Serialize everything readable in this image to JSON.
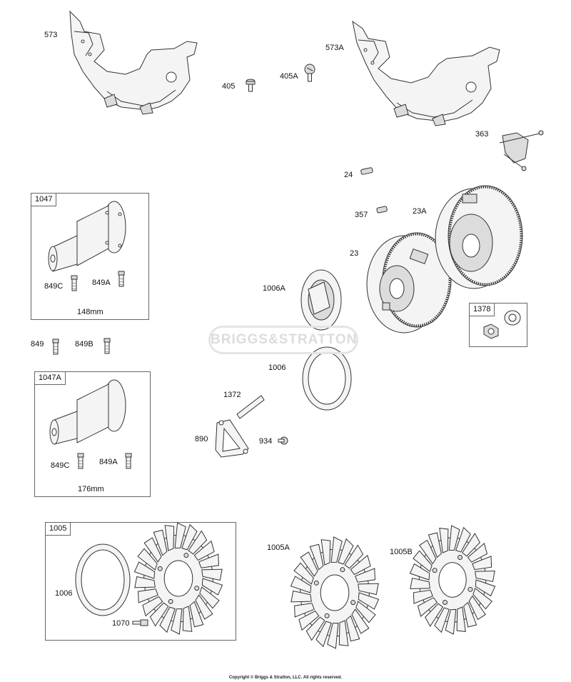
{
  "watermark": "BRIGGS&STRATTON",
  "copyright": "Copyright © Briggs & Stratton, LLC. All rights reserved.",
  "labels": {
    "l573": "573",
    "l573a": "573A",
    "l405": "405",
    "l405a": "405A",
    "l363": "363",
    "l24": "24",
    "l357": "357",
    "l23a": "23A",
    "l23": "23",
    "l1006a": "1006A",
    "l849c_top": "849C",
    "l849a_top": "849A",
    "l849": "849",
    "l849b": "849B",
    "l1006_mid": "1006",
    "l1372": "1372",
    "l890": "890",
    "l934": "934",
    "l849c_bot": "849C",
    "l849a_bot": "849A",
    "l1006_box": "1006",
    "l1070": "1070",
    "l1005a": "1005A",
    "l1005b": "1005B"
  },
  "boxes": {
    "b1047": {
      "tag": "1047",
      "caption": "148mm"
    },
    "b1047a": {
      "tag": "1047A",
      "caption": "176mm"
    },
    "b1378": {
      "tag": "1378"
    },
    "b1005": {
      "tag": "1005"
    }
  }
}
